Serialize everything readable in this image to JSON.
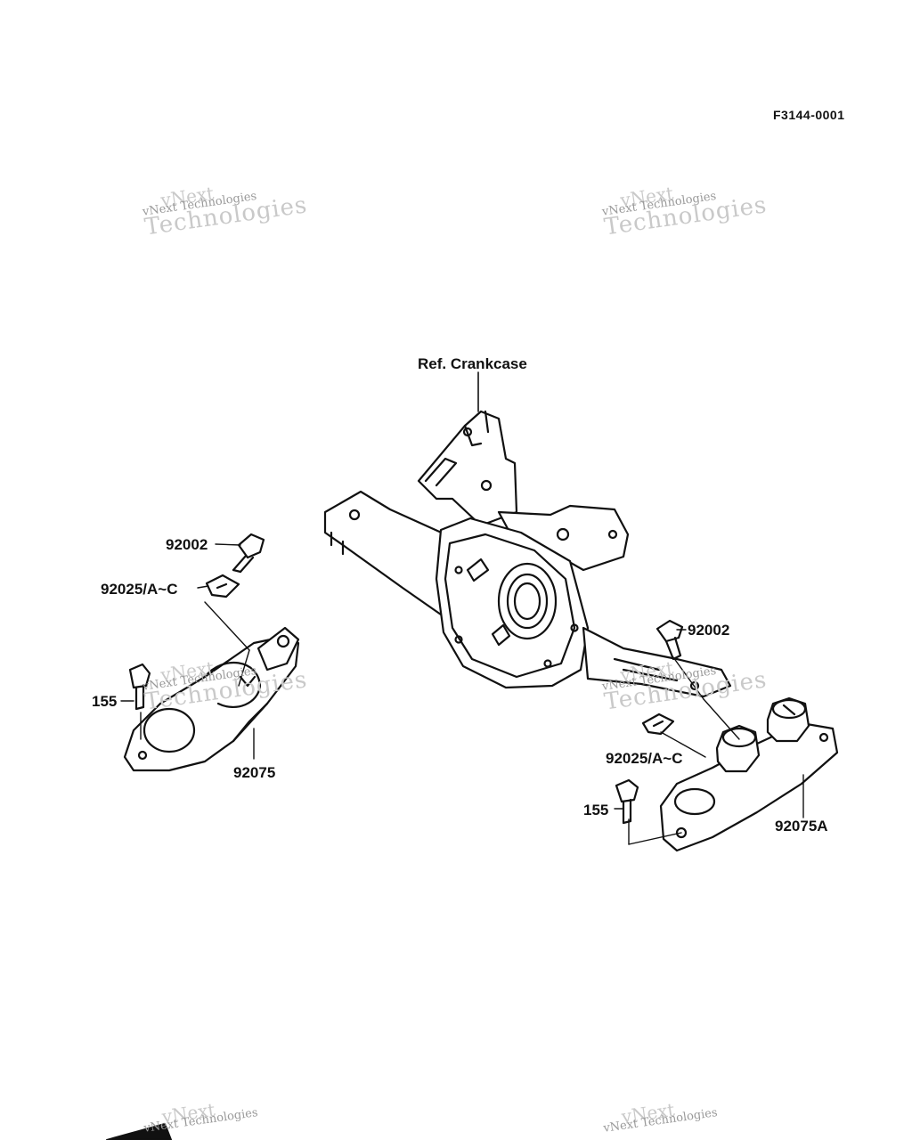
{
  "figure_code": "F3144-0001",
  "watermark": {
    "line1": "vNext",
    "line2": "vNext Technologies",
    "line3": "Technologies"
  },
  "labels": {
    "ref_crankcase": "Ref. Crankcase",
    "left_bolt": "92002",
    "left_shim": "92025/A~C",
    "left_small_bolt": "155",
    "left_mount": "92075",
    "right_bolt": "92002",
    "right_shim": "92025/A~C",
    "right_small_bolt": "155",
    "right_mount": "92075A"
  }
}
